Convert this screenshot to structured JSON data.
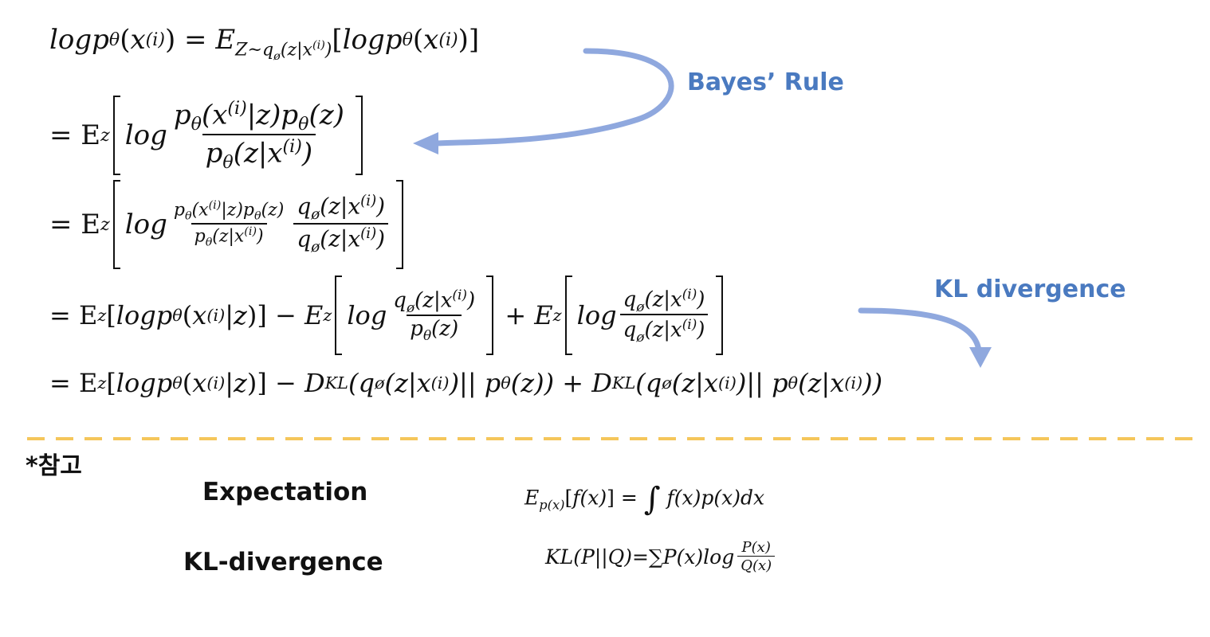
{
  "derivation": {
    "line1": {
      "lhs": "logp",
      "rhs_E": "E",
      "rhs_sub": "Z~q",
      "inner": "logp"
    },
    "line2": {
      "prefix": "= E",
      "sub": "z",
      "log": "log"
    },
    "line3": {
      "prefix": "= E",
      "sub": "z",
      "log": "log"
    },
    "line4": {
      "prefix": "= E",
      "sub": "z",
      "log": "log"
    },
    "line5": {
      "prefix": "= E",
      "sub": "z",
      "kl": "D",
      "kl_sub": "KL"
    }
  },
  "annotations": {
    "bayes": "Bayes’ Rule",
    "kl": "KL divergence"
  },
  "reference": {
    "heading": "*참고",
    "items": [
      {
        "name": "Expectation"
      },
      {
        "name": "KL-divergence"
      }
    ]
  },
  "colors": {
    "annotation": "#4a7ac0",
    "arrow": "#8fa8de",
    "divider": "#f5c65a"
  }
}
